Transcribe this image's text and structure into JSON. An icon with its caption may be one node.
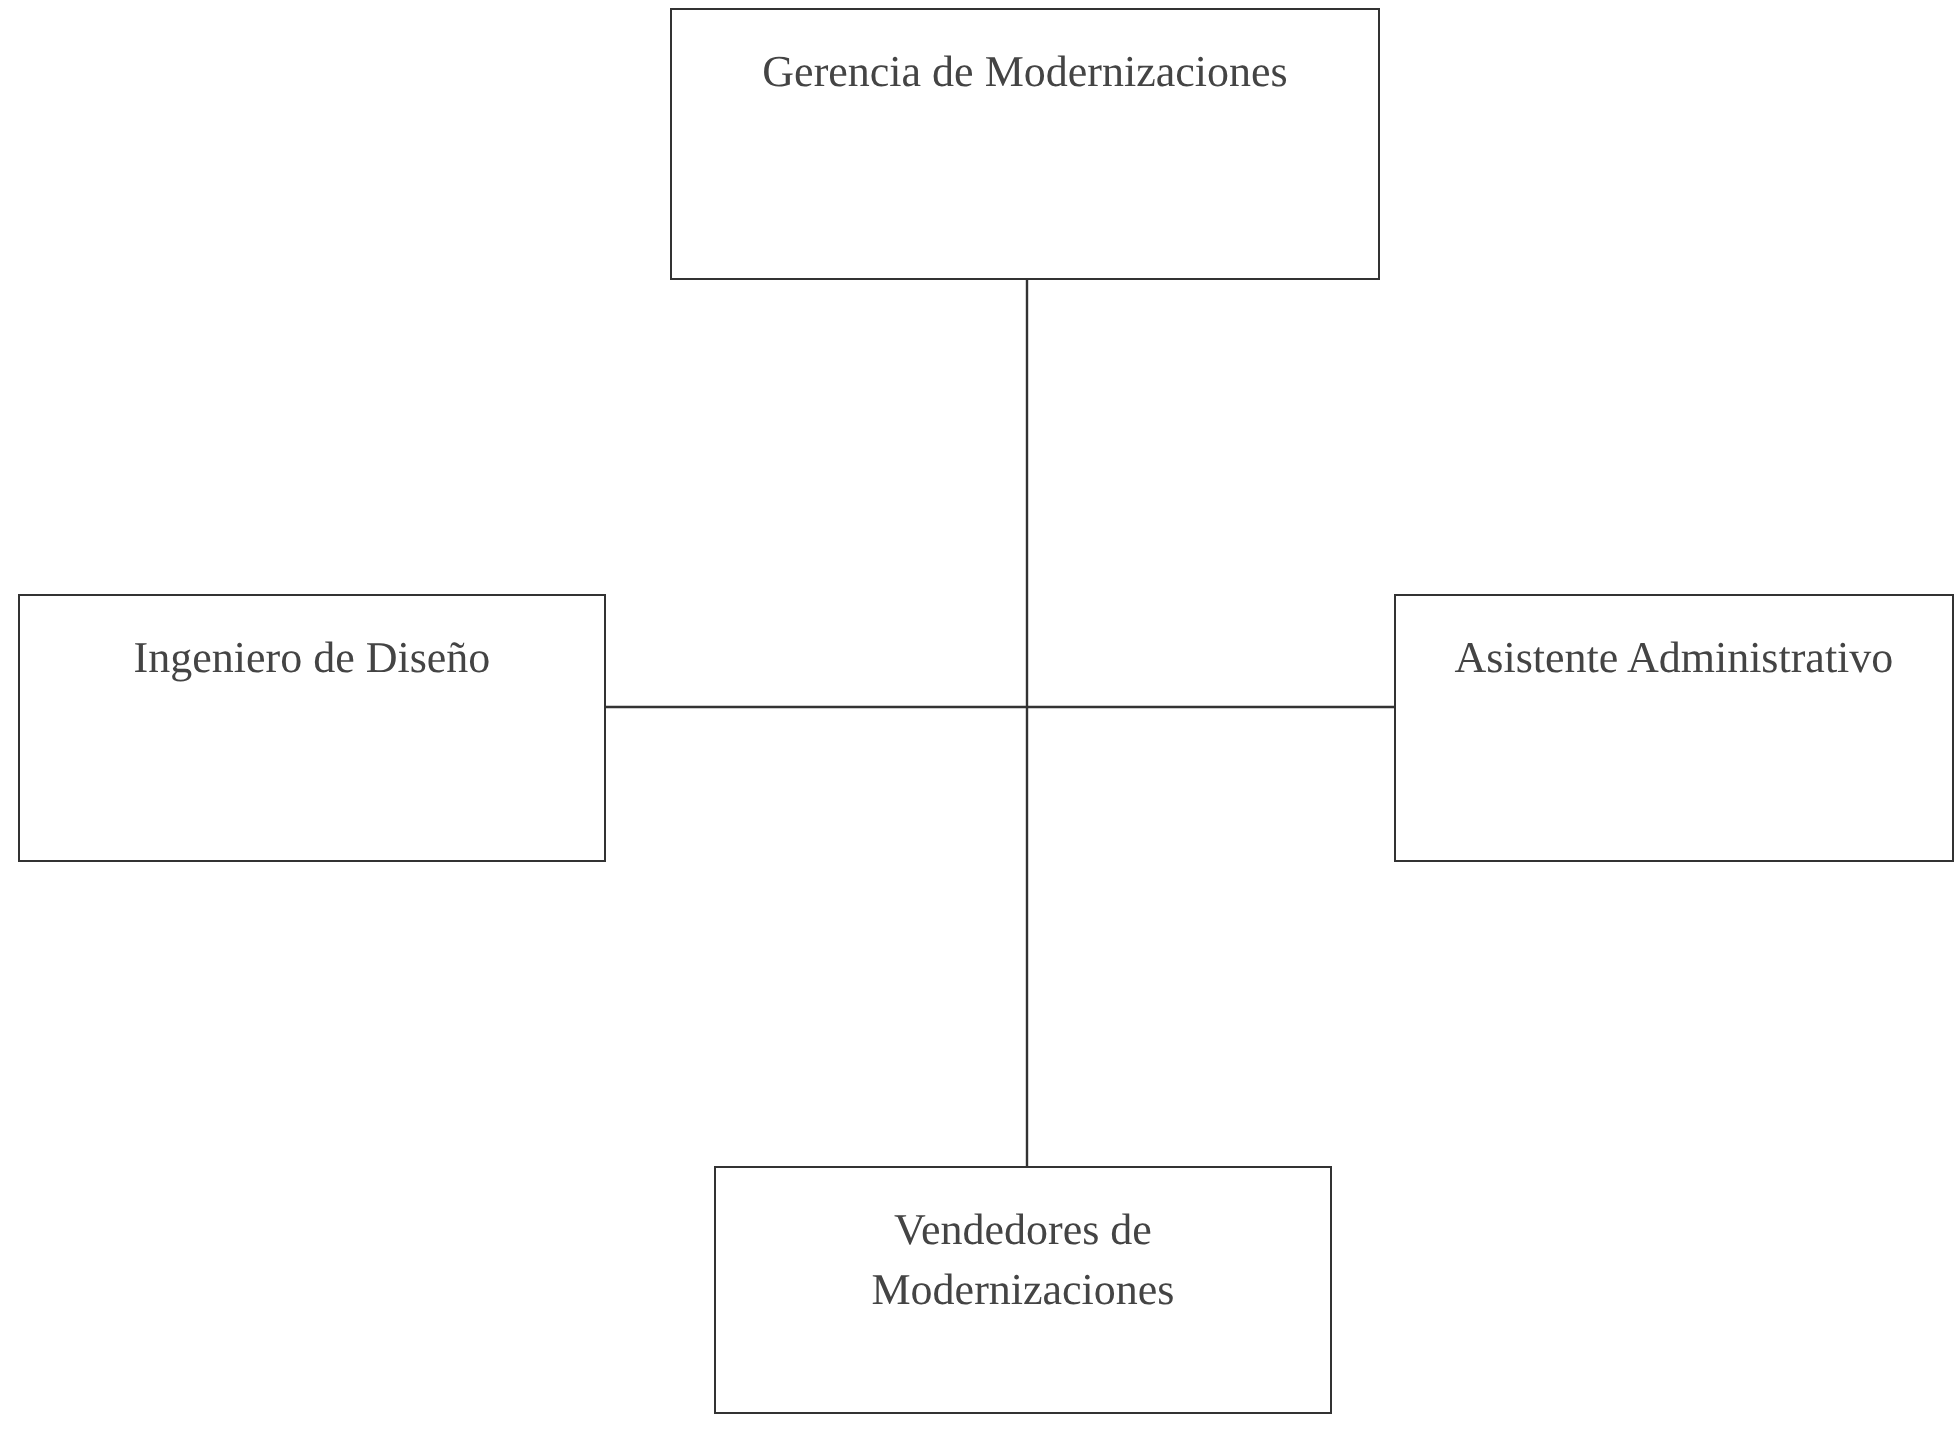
{
  "diagram": {
    "nodes": [
      {
        "text": [
          "Gerencia de Modernizaciones"
        ]
      },
      {
        "text": [
          "Ingeniero de Diseño"
        ]
      },
      {
        "text": [
          "Asistente Administrativo"
        ]
      },
      {
        "text": [
          "Vendedores de Modernizaciones"
        ]
      }
    ],
    "edges": [
      {
        "from": 0,
        "to": 3,
        "arrow": "none"
      },
      {
        "from": 1,
        "to": 2,
        "arrow": "none"
      }
    ]
  }
}
